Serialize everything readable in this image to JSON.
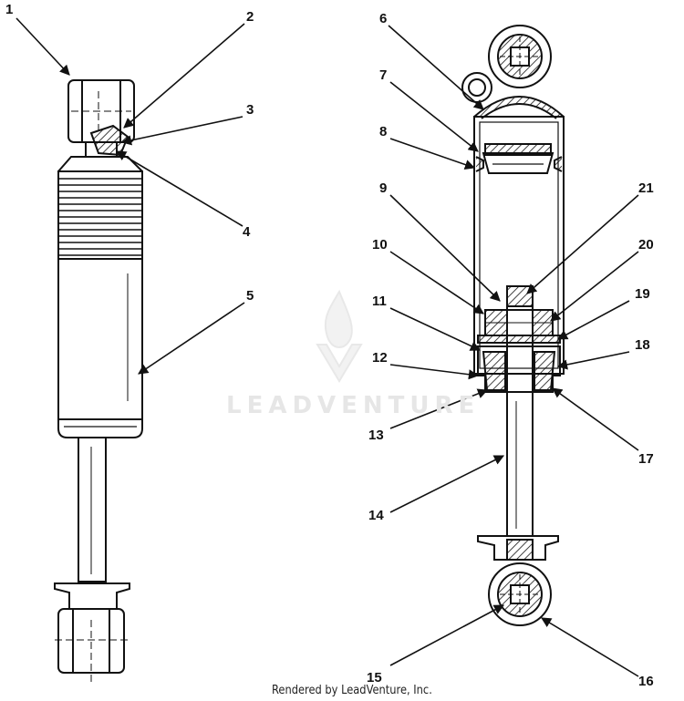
{
  "callouts": [
    "1",
    "2",
    "3",
    "4",
    "5",
    "6",
    "7",
    "8",
    "9",
    "10",
    "11",
    "12",
    "13",
    "14",
    "15",
    "16",
    "17",
    "18",
    "19",
    "20",
    "21"
  ],
  "watermark_text": "LEADVENTURE",
  "credit": "Rendered by LeadVenture, Inc."
}
